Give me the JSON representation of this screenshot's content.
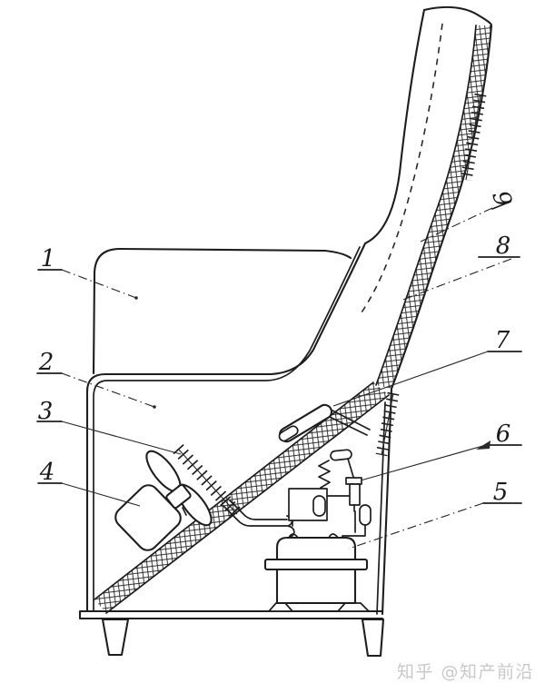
{
  "figure": {
    "callouts": [
      {
        "label": "1"
      },
      {
        "label": "2"
      },
      {
        "label": "3"
      },
      {
        "label": "4"
      },
      {
        "label": "5"
      },
      {
        "label": "6"
      },
      {
        "label": "7"
      },
      {
        "label": "8"
      },
      {
        "label": "9"
      }
    ]
  },
  "watermark": {
    "text": "知乎 @知产前沿",
    "color": "#c9c9c9"
  },
  "palette": {
    "ink": "#1e1e1e",
    "paper": "#ffffff"
  }
}
